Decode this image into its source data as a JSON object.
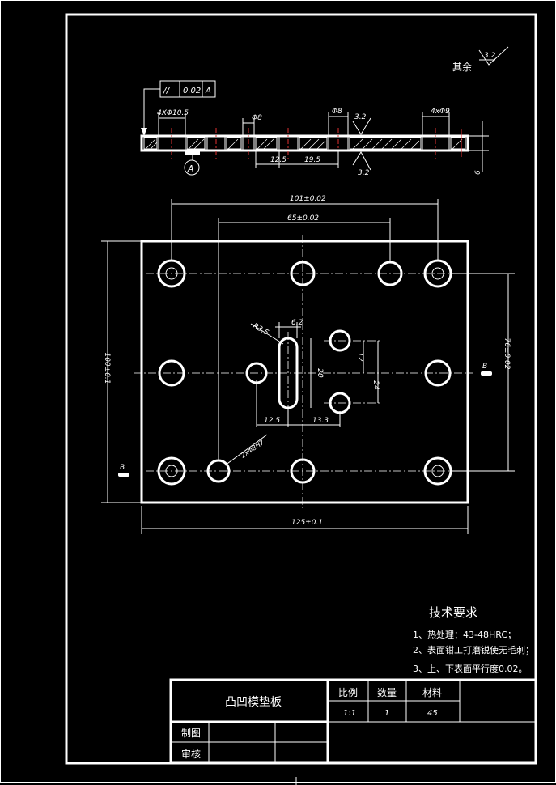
{
  "drawing": {
    "part_name": "凸凹模垫板",
    "roughness_note": {
      "label": "其余",
      "value": "3.2"
    },
    "geometric_tolerance": {
      "symbol": "//",
      "value": "0.02",
      "datum": "A"
    },
    "datum_label": "A",
    "section_label": "B",
    "section_view": {
      "dims": {
        "d1": "4XΦ10.5",
        "d2": "Φ8",
        "d3": "Φ8",
        "d4": "4xΦ9",
        "dist1": "12.5",
        "dist2": "19.5",
        "thickness": "6",
        "roughness_top": "3.2",
        "roughness_bottom": "3.2"
      }
    },
    "plan_view": {
      "dims": {
        "w_holes_outer": "101±0.02",
        "w_holes_inner": "65±0.02",
        "height_total": "100±0.1",
        "width_total": "125±0.1",
        "height_holes": "76±0.02",
        "radius": "R3.5",
        "slot_width": "6.2",
        "slot_length": "20",
        "hole_spacing_small": "12",
        "hole_spacing_large": "24",
        "left_offset": "12.5",
        "right_offset": "13.3",
        "pin_holes": "2xΦ8H7"
      }
    },
    "tech_requirements": {
      "title": "技术要求",
      "items": [
        "1、热处理：43-48HRC；",
        "2、表面钳工打磨锐使无毛刺；",
        "3、上、下表面平行度0.02。"
      ]
    },
    "title_block": {
      "name": "凸凹模垫板",
      "headers": [
        "比例",
        "数量",
        "材料"
      ],
      "values": [
        "1:1",
        "1",
        "45"
      ],
      "rows": [
        "制图",
        "审核"
      ]
    }
  }
}
